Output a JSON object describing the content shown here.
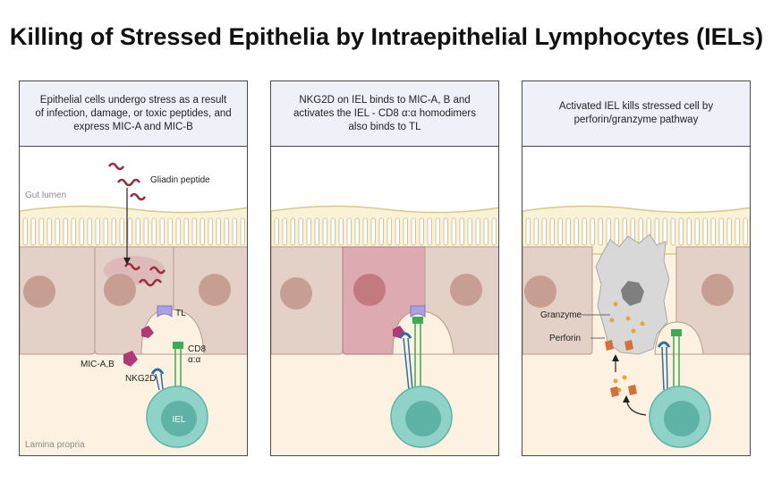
{
  "title": "Killing of Stressed Epithelia by Intraepithelial Lymphocytes (IELs)",
  "panels": [
    {
      "caption_lines": [
        "Epithelial cells undergo stress as a result",
        "of infection, damage, or toxic peptides, and",
        "express MIC-A and MIC-B"
      ],
      "labels": {
        "gut_lumen": "Gut lumen",
        "lamina_propria": "Lamina propria",
        "gliadin": "Gliadin peptide",
        "tl": "TL",
        "mic": "MIC-A,B",
        "cd8_line1": "CD8",
        "cd8_line2": "α:α",
        "nkg2d": "NKG2D",
        "iel": "IEL"
      }
    },
    {
      "caption_lines": [
        "NKG2D on IEL binds to MIC-A, B and",
        "activates the IEL - CD8 α:α homodimers",
        "also binds to TL"
      ]
    },
    {
      "caption_lines": [
        "Activated IEL kills stressed cell by",
        "perforin/granzyme pathway"
      ],
      "labels": {
        "granzyme": "Granzyme",
        "perforin": "Perforin"
      }
    }
  ],
  "colors": {
    "lumen_fill": "#faf2d6",
    "lumen_border": "#d8c98a",
    "epithelium": "#e3d0c6",
    "epithelium_border": "#b49a8c",
    "nucleus": "#c69e92",
    "stressed_cell": "#dcaab0",
    "stressed_nucleus": "#c27a80",
    "lamina": "#fdf2e2",
    "iel_outer": "#8fd3c8",
    "iel_nucleus": "#5fb3a6",
    "peptide": "#9b2d3a",
    "mic": "#b03a78",
    "tl": "#a9a1e0",
    "nkg2d": "#2e6fa0",
    "cd8": "#3bab55",
    "granzyme": "#e6a53c",
    "perforin": "#d4703a",
    "dying_cell": "#d8d8d8"
  }
}
